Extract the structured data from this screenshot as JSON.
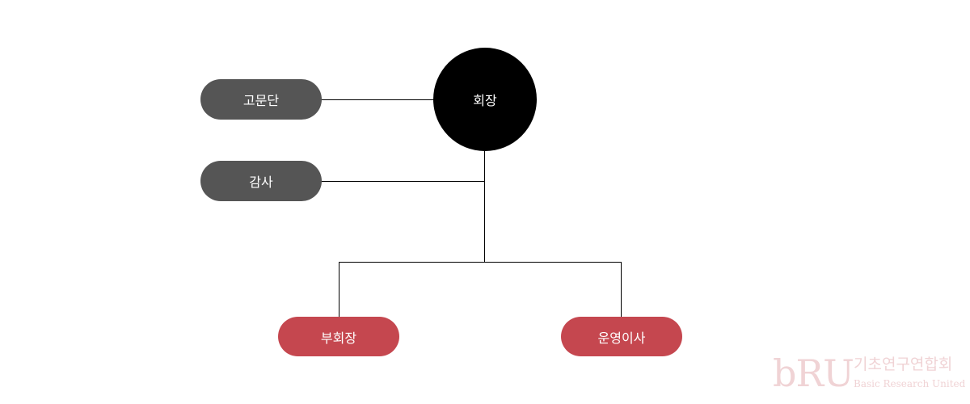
{
  "chart": {
    "chairman": "회장",
    "advisory_board": "고문단",
    "auditor": "감사",
    "vice_chairman": "부회장",
    "operating_director": "운영이사"
  },
  "watermark": {
    "logo_letters": "bRU",
    "korean_name": "기초연구연합회",
    "english_name": "Basic Research United"
  },
  "colors": {
    "chairman": "#000000",
    "staff": "#555555",
    "line_units": "#c5474f",
    "connector": "#000000",
    "watermark": "#f0d3d5"
  }
}
